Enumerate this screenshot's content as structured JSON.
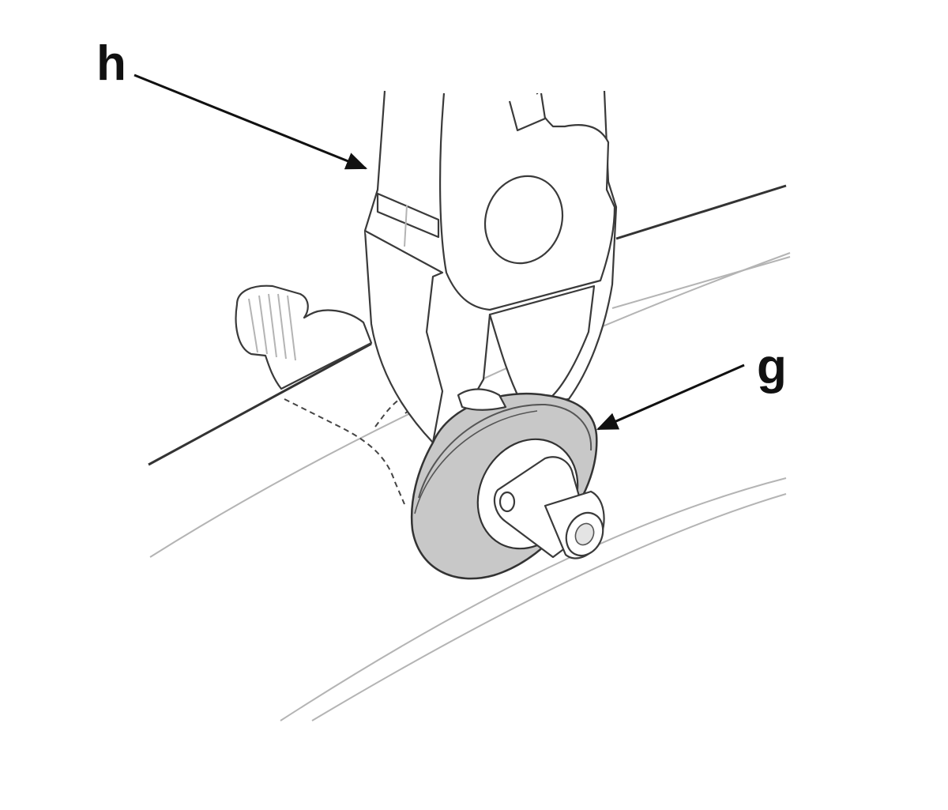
{
  "figure": {
    "callouts": [
      {
        "id": "h",
        "label": "h",
        "target": "brake-caliper-arm"
      },
      {
        "id": "g",
        "label": "g",
        "target": "rubber-washer"
      }
    ],
    "colors": {
      "line": "#333333",
      "faint_line": "#b4b4b4",
      "washer_fill": "#c8c8c8",
      "label": "#111111"
    }
  }
}
